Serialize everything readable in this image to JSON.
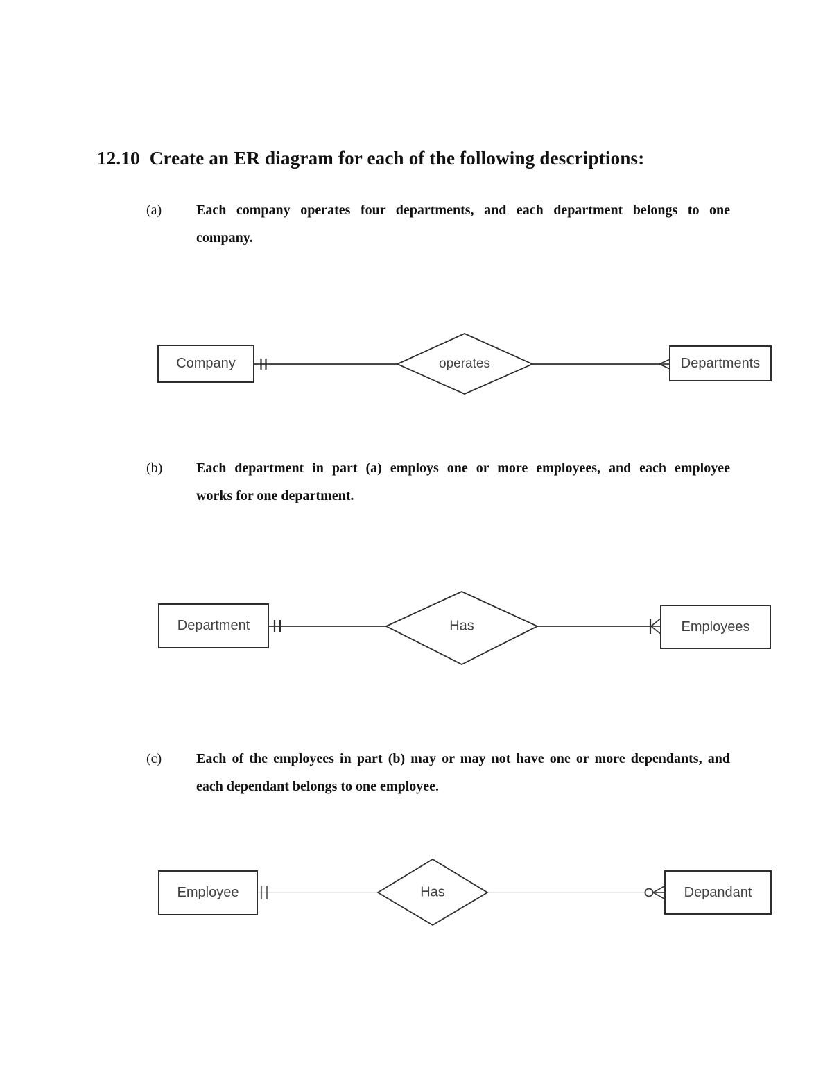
{
  "title": {
    "number": "12.10",
    "text": "Create an ER diagram for each of the following descriptions:"
  },
  "paragraphs": [
    {
      "label": "(a)",
      "line1": "Each company operates four departments, and each department belongs to one",
      "line2": "company."
    },
    {
      "label": "(b)",
      "line1": "Each department in part (a) employs one or more employees, and each employee",
      "line2": "works for one department."
    },
    {
      "label": "(c)",
      "line1": "Each of the employees in part (b) may or may not have one or more dependants, and",
      "line2": "each dependant belongs to one employee."
    }
  ],
  "diagrams": [
    {
      "left_entity": "Company",
      "relationship": "operates",
      "right_entity": "Departments",
      "left_notation": "exactly-one-double-tick",
      "right_notation": "many-crow-foot"
    },
    {
      "left_entity": "Department",
      "relationship": "Has",
      "right_entity": "Employees",
      "left_notation": "exactly-one-double-tick",
      "right_notation": "one-or-many-tick-crow-foot"
    },
    {
      "left_entity": "Employee",
      "relationship": "Has",
      "right_entity": "Depandant",
      "left_notation": "exactly-one-double-tick",
      "right_notation": "zero-or-many-circle-crow-foot"
    }
  ],
  "colors": {
    "page_background": "#ffffff",
    "ink": "#2e2e2e",
    "entity_text": "#424242",
    "body_text": "#111111",
    "faint_line": "#e4e4e4",
    "gray_tick": "#6f6f6f"
  }
}
